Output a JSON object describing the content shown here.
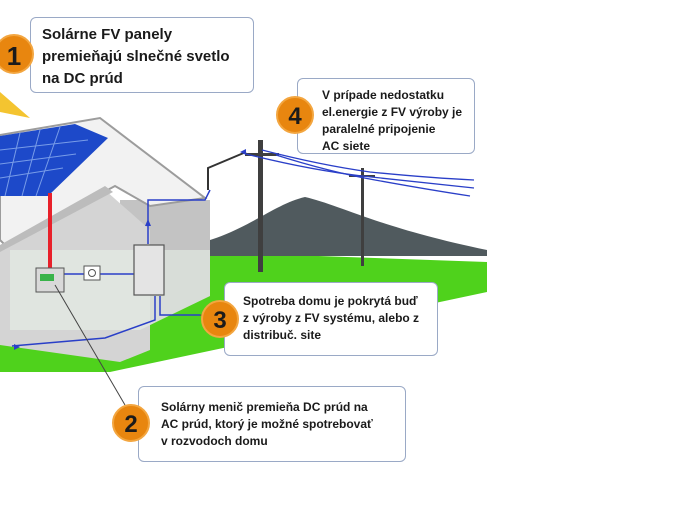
{
  "callouts": [
    {
      "number": "1",
      "text": "Solárne FV panely\npremieňajú slnečné svetlo\nna DC prúd"
    },
    {
      "number": "2",
      "text": "Solárny menič premieňa DC prúd na\nAC prúd, ktorý je možné spotrebovať\nv rozvodoch domu"
    },
    {
      "number": "3",
      "text": "Spotreba domu je pokrytá buď\nz výroby z FV systému, alebo z\ndistribuč. site"
    },
    {
      "number": "4",
      "text": "V prípade nedostatku\nel.energie z FV výroby je\nparalelné pripojenie\nAC siete"
    }
  ],
  "colors": {
    "badge": "#e8860f",
    "grass": "#4fd21c",
    "dc_line": "#e8202a",
    "ac_line": "#2a3fc8",
    "panel": "#1d49c9"
  }
}
